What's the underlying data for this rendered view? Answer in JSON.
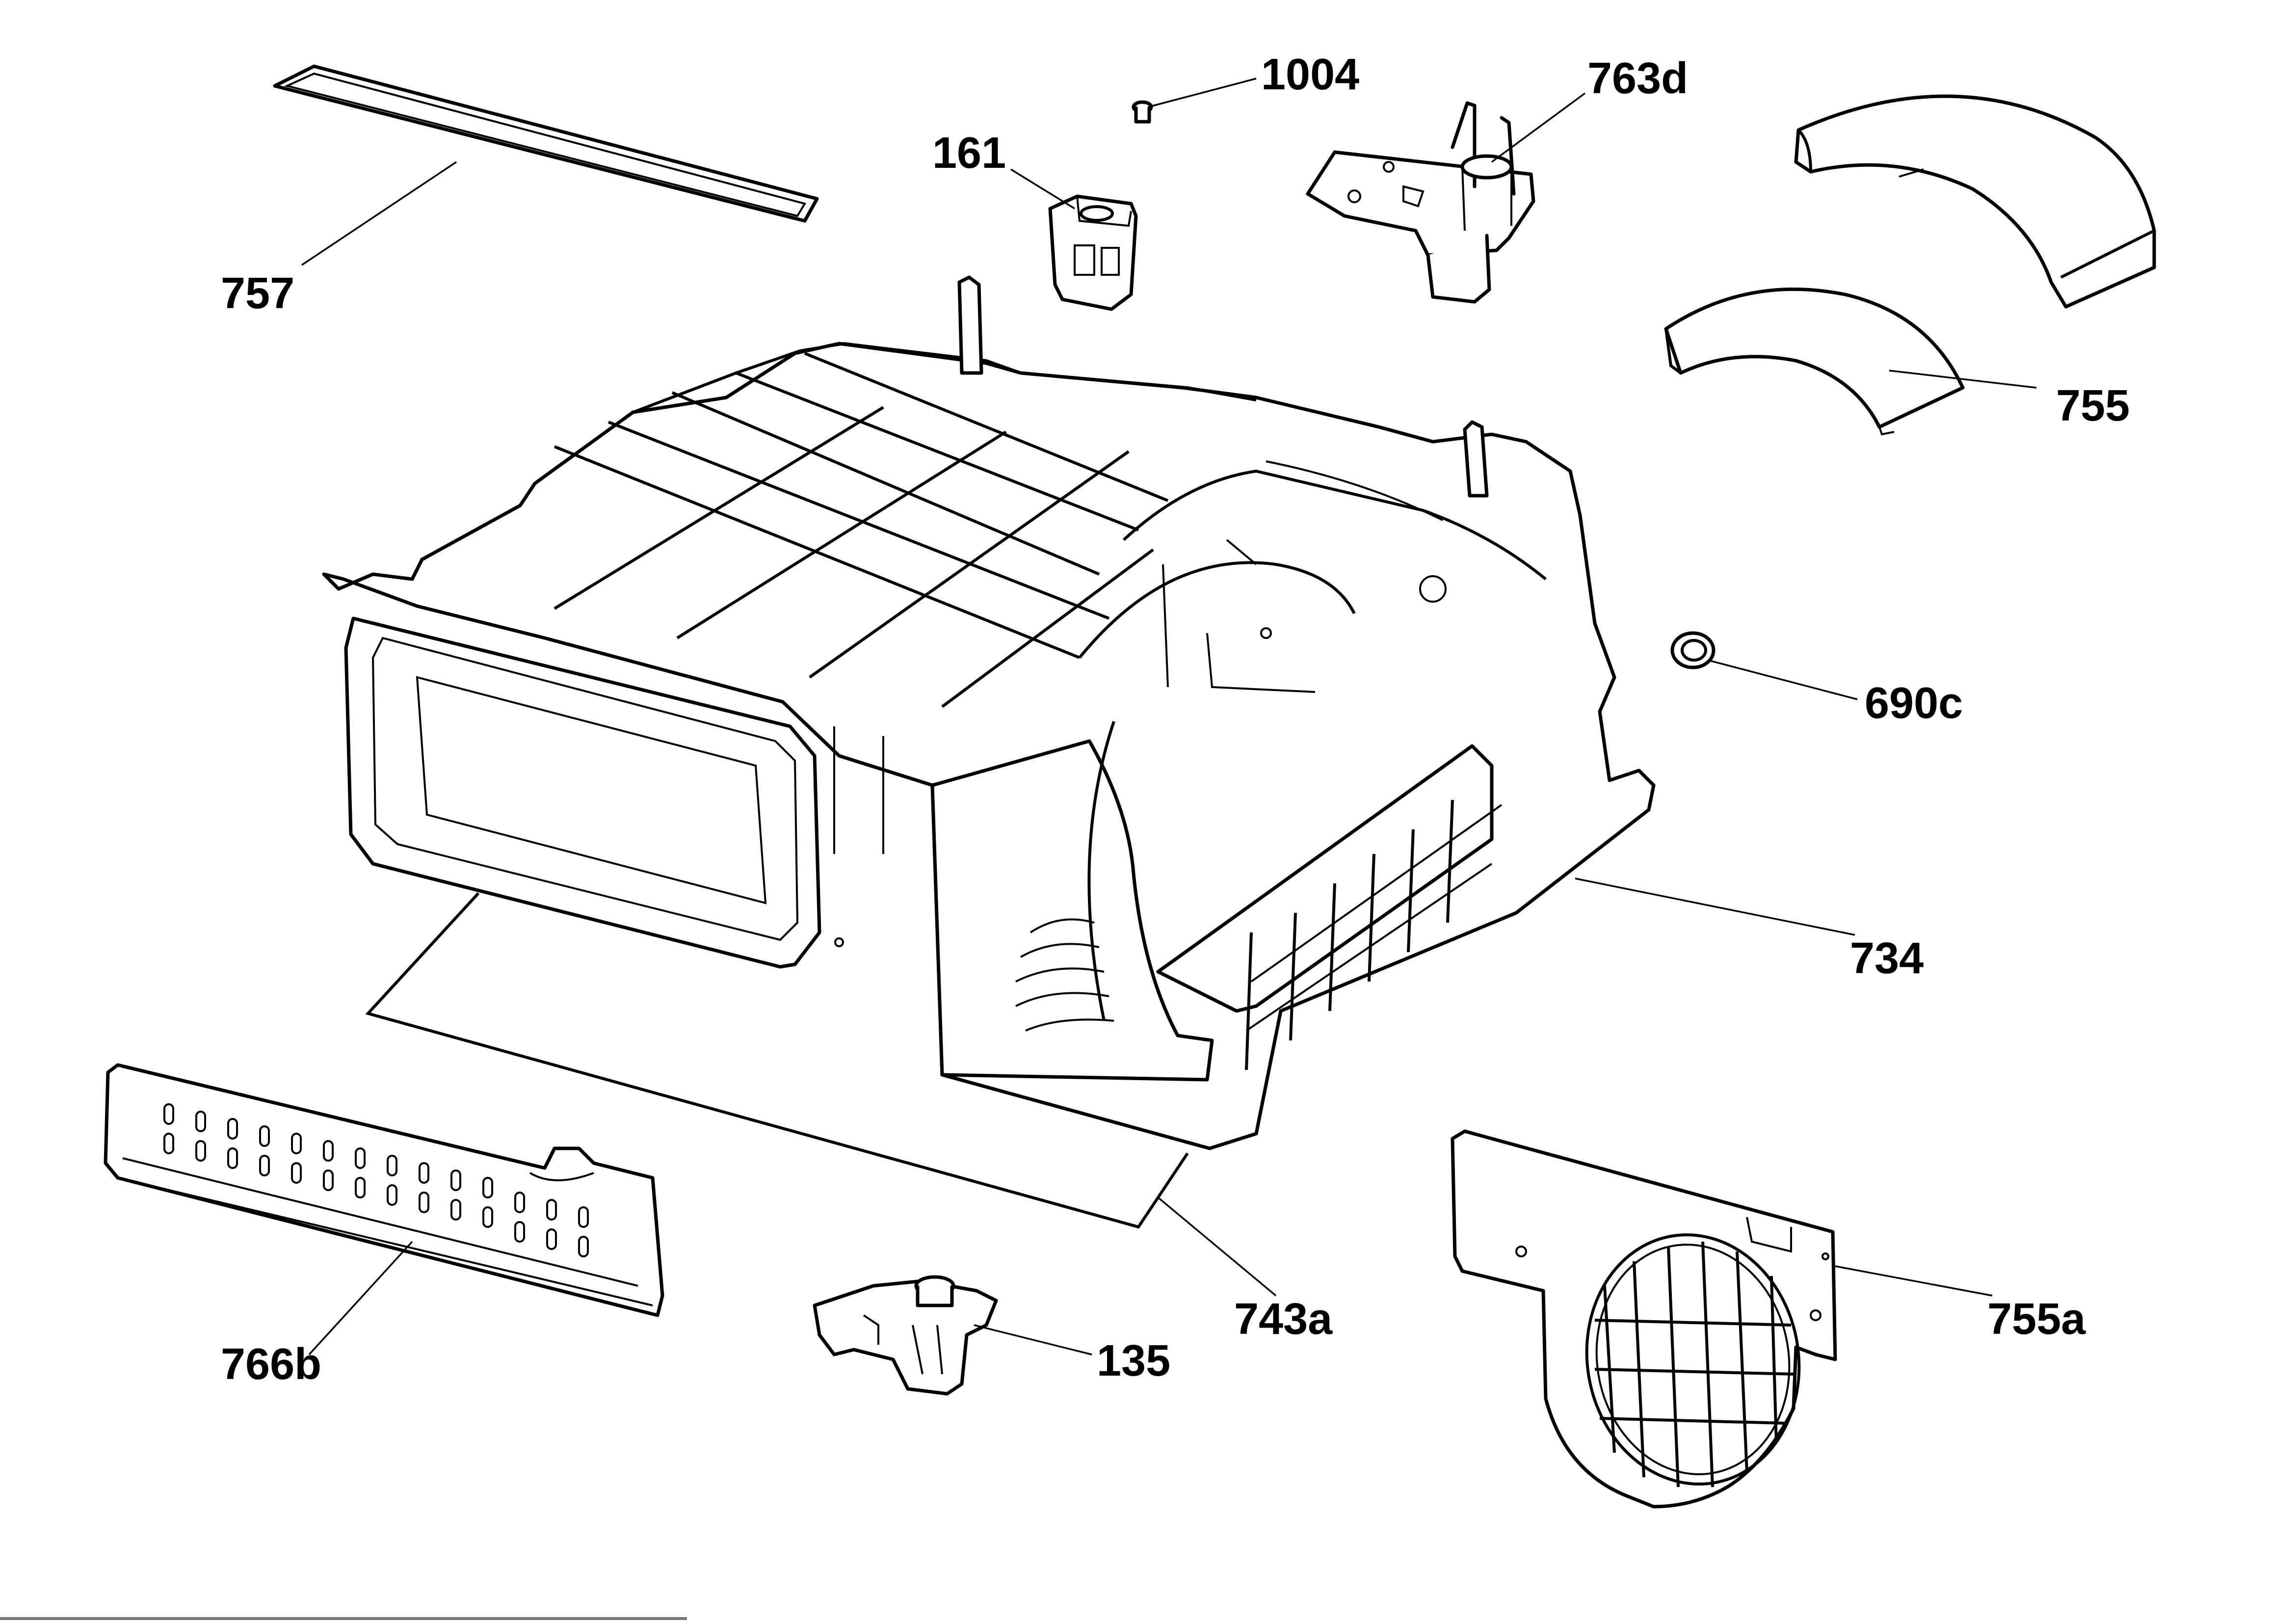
{
  "diagram": {
    "labels": {
      "p757": "757",
      "p161": "161",
      "p1004": "1004",
      "p763d": "763d",
      "p755": "755",
      "p690c": "690c",
      "p734": "734",
      "p743a": "743a",
      "p766b": "766b",
      "p135": "135",
      "p755a": "755a"
    }
  }
}
